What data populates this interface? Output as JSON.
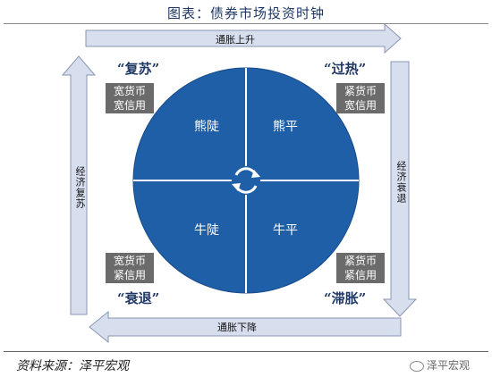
{
  "title": "图表：债券市场投资时钟",
  "arrows": {
    "top": "通胀上升",
    "bottom": "通胀下降",
    "left": "经济复苏",
    "right": "经济衰退"
  },
  "phases": {
    "top_left": "“复苏”",
    "top_right": "“过热”",
    "bottom_left": "“衰退”",
    "bottom_right": "“滞胀”"
  },
  "policy_boxes": {
    "top_left": [
      "宽货币",
      "宽信用"
    ],
    "top_right": [
      "紧货币",
      "宽信用"
    ],
    "bottom_left": [
      "宽货币",
      "紧信用"
    ],
    "bottom_right": [
      "紧货币",
      "紧信用"
    ]
  },
  "quadrants": {
    "top_left": "熊陡",
    "top_right": "熊平",
    "bottom_left": "牛陡",
    "bottom_right": "牛平"
  },
  "source": "资料来源：泽平宏观",
  "watermark": "泽平宏观",
  "colors": {
    "circle": "#1f5fa8",
    "arrow_fill": "#d7dfef",
    "arrow_stroke": "#8a96b0",
    "box": "#6b6b6b",
    "phase_text": "#1f3864"
  }
}
